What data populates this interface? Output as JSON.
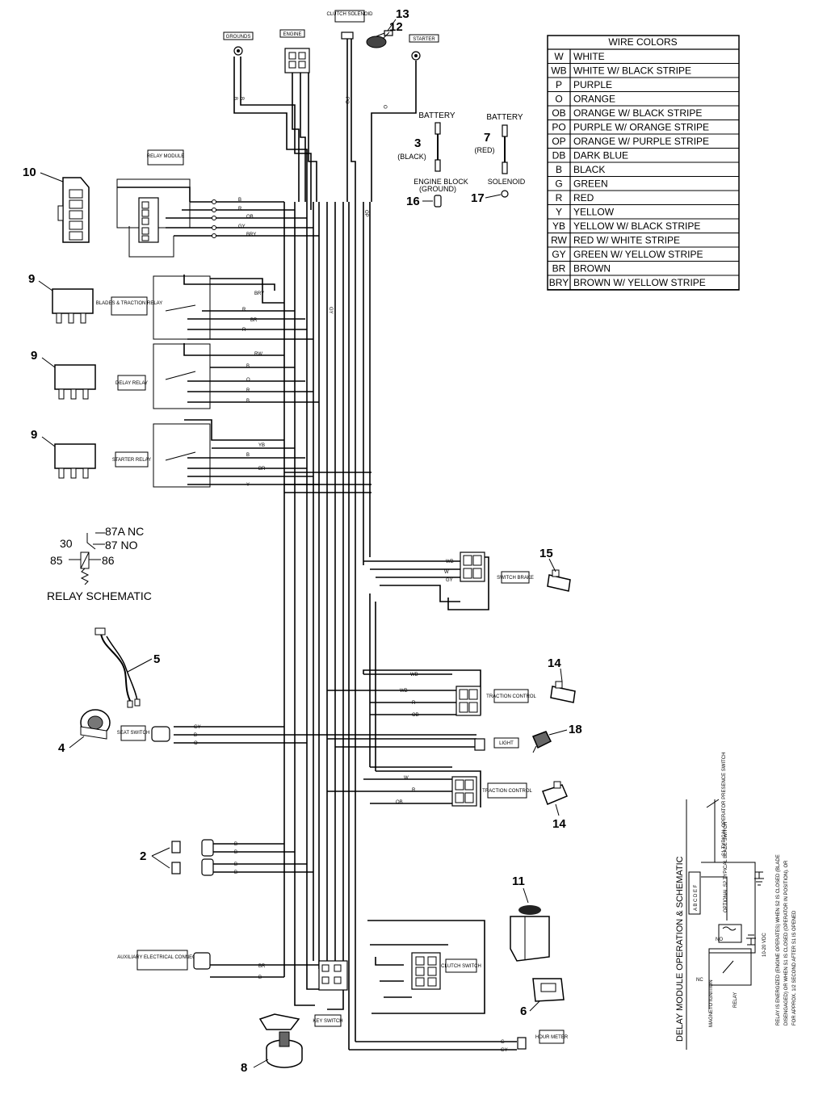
{
  "wire_colors": {
    "title": "WIRE COLORS",
    "rows": [
      {
        "code": "W",
        "name": "WHITE"
      },
      {
        "code": "WB",
        "name": "WHITE W/ BLACK STRIPE"
      },
      {
        "code": "P",
        "name": "PURPLE"
      },
      {
        "code": "O",
        "name": "ORANGE"
      },
      {
        "code": "OB",
        "name": "ORANGE W/ BLACK STRIPE"
      },
      {
        "code": "PO",
        "name": "PURPLE W/ ORANGE STRIPE"
      },
      {
        "code": "OP",
        "name": "ORANGE W/ PURPLE STRIPE"
      },
      {
        "code": "DB",
        "name": "DARK BLUE"
      },
      {
        "code": "B",
        "name": "BLACK"
      },
      {
        "code": "G",
        "name": "GREEN"
      },
      {
        "code": "R",
        "name": "RED"
      },
      {
        "code": "Y",
        "name": "YELLOW"
      },
      {
        "code": "YB",
        "name": "YELLOW W/ BLACK STRIPE"
      },
      {
        "code": "RW",
        "name": "RED W/ WHITE STRIPE"
      },
      {
        "code": "GY",
        "name": "GREEN W/ YELLOW STRIPE"
      },
      {
        "code": "BR",
        "name": "BROWN"
      },
      {
        "code": "BRY",
        "name": "BROWN W/ YELLOW STRIPE"
      }
    ]
  },
  "battery_cables": {
    "battery_left": "BATTERY",
    "battery_right": "BATTERY",
    "black": "(BLACK)",
    "red": "(RED)",
    "engine_block": "ENGINE BLOCK",
    "ground": "(GROUND)",
    "solenoid": "SOLENOID"
  },
  "callouts": {
    "n2": "2",
    "n3": "3",
    "n4": "4",
    "n5": "5",
    "n6": "6",
    "n7": "7",
    "n8": "8",
    "n9a": "9",
    "n9b": "9",
    "n9c": "9",
    "n10": "10",
    "n11": "11",
    "n12": "12",
    "n13": "13",
    "n14a": "14",
    "n14b": "14",
    "n15": "15",
    "n16": "16",
    "n17": "17",
    "n18": "18"
  },
  "tags": {
    "grounds": "GROUNDS",
    "engine": "ENGINE",
    "clutch_solenoid": "CLUTCH SOLENOID",
    "starter": "STARTER",
    "relay_module": "RELAY MODULE",
    "blades_traction_relay": "BLADES & TRACTION RELAY",
    "delay_relay": "DELAY RELAY",
    "starter_relay": "STARTER RELAY",
    "switch_brake": "SWITCH BRAKE",
    "traction_control_1": "TRACTION CONTROL",
    "traction_control_2": "TRACTION CONTROL",
    "light": "LIGHT",
    "seat_switch": "SEAT SWITCH",
    "auxiliary": "AUXILIARY ELECTRICAL CONNECTION",
    "clutch_switch": "CLUTCH SWITCH",
    "key_switch": "KEY SWITCH",
    "hour_meter": "HOUR METER"
  },
  "relay_schematic": {
    "t30": "30",
    "t87a": "87A  NC",
    "t87": "87  NO",
    "t85": "85",
    "t86": "86",
    "title": "RELAY SCHEMATIC"
  },
  "delay_module": {
    "title": "DELAY MODULE OPERATION & SCHEMATIC",
    "pins": "A B C D E F",
    "s1": "S1 TYPICAL OPERATOR PRESENCE SWITCH",
    "s2": "OPTIONAL S2 TYPICAL BLADE SWITCH",
    "voltage": "10-20 VDC",
    "no": "NO",
    "nc": "NC",
    "magneto": "MAGNETO IGNITION",
    "relay": "RELAY",
    "note": "RELAY IS ENERGIZED (ENGINE OPERATES) WHEN S2 IS CLOSED (BLADE DISENGAGED) OR WHEN S1 IS CLOSED (OPERATOR IN POSITION). OR FOR APPROX. 1/2 SECOND AFTER S1 IS OPENED"
  }
}
